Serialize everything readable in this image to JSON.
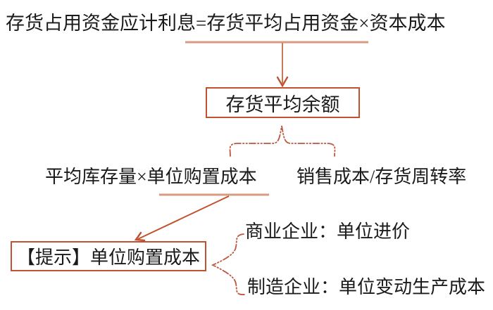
{
  "colors": {
    "accent": "#c0522f",
    "line_light": "#c9785c",
    "underline": "#d79b82",
    "brace": "#bf5640",
    "text": "#1a1a1a",
    "background": "#ffffff"
  },
  "formula": {
    "text": "存货占用资金应计利息=存货平均占用资金×资本成本",
    "underlined_part": "存货平均占用资金"
  },
  "balance_box": {
    "label": "存货平均余额"
  },
  "balance_components": {
    "left": "平均库存量×单位购置成本",
    "left_underlined_part": "单位购置成本",
    "right": "销售成本/存货周转率"
  },
  "hint_box": {
    "label": "【提示】单位购置成本"
  },
  "hint_items": [
    {
      "label": "商业企业：单位进价"
    },
    {
      "label": "制造企业：单位变动生产成本"
    }
  ]
}
